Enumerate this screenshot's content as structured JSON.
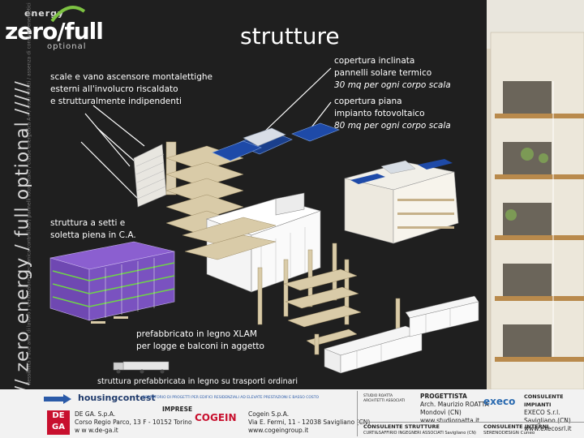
{
  "logo": {
    "top": "energy",
    "main": "zero/full",
    "bottom": "optional"
  },
  "sidebar": {
    "vertical_text": "///// zero energy / full optional /////",
    "small_text": "flessibilità / due anni di lavoro / ventilazione meccanica controllata / pannelli fotovoltaici / classe energetica A+ / costi ridotti / assenza di consumi energetici"
  },
  "title": "strutture",
  "labels": {
    "stairs": [
      "scale e vano ascensore montalettighe",
      "esterni all'involucro riscaldato",
      "e strutturalmente indipendenti"
    ],
    "roof_incl": [
      "copertura inclinata",
      "pannelli solare termico",
      "30 mq per ogni corpo scala"
    ],
    "roof_flat": [
      "copertura piana",
      "impianto fotovoltaico",
      "80 mq per ogni corpo scala"
    ],
    "concrete": [
      "struttura a setti e",
      "soletta piena in C.A."
    ],
    "xlam": [
      "prefabbricato in legno XLAM",
      "per logge e balconi in aggetto"
    ],
    "transport": "struttura prefabbricata in legno su trasporti ordinari"
  },
  "footer": {
    "housing": "housingcontest",
    "housing_sub": "REPERTORIO DI PROGETTI PER EDIFICI RESIDENZIALI AD ELEVATE PRESTAZIONI E BASSO COSTO",
    "imprese_head": "IMPRESE",
    "dega": {
      "logo": "DE GA",
      "name": "DE GA. S.p.A.",
      "addr": "Corso Regio Parco, 13 F  -  10152  Torino",
      "web": "w w w.de-ga.it"
    },
    "cogein": {
      "logo": "COGEIN",
      "name": "Cogein S.p.A.",
      "addr": "Via E. Fermi, 11 - 12038   Savigliano (CN)",
      "web": "www.cogeingroup.it"
    },
    "progettista": {
      "head": "PROGETTISTA",
      "logo": "STUDIO ROATTA ARCHITETTI ASSOCIATI",
      "name": "Arch. Maurizio ROATTA",
      "city": "Mondovì (CN)",
      "web": "www.studioroatta.it"
    },
    "impianti": {
      "head": "CONSULENTE IMPIANTI",
      "logo": "execo",
      "name": "EXECO S.r.l.",
      "city": "Savigliano (CN)",
      "web": "www.execosrl.it"
    },
    "strutture": {
      "head": "CONSULENTE STRUTTURE",
      "name": "CURTI&SAFFIRIO INGEGNERI ASSOCIATI   Savigliano (CN)"
    },
    "interni": {
      "head": "CONSULENTE INTERNI",
      "name": "SERENODESIGN  Cuneo"
    }
  }
}
